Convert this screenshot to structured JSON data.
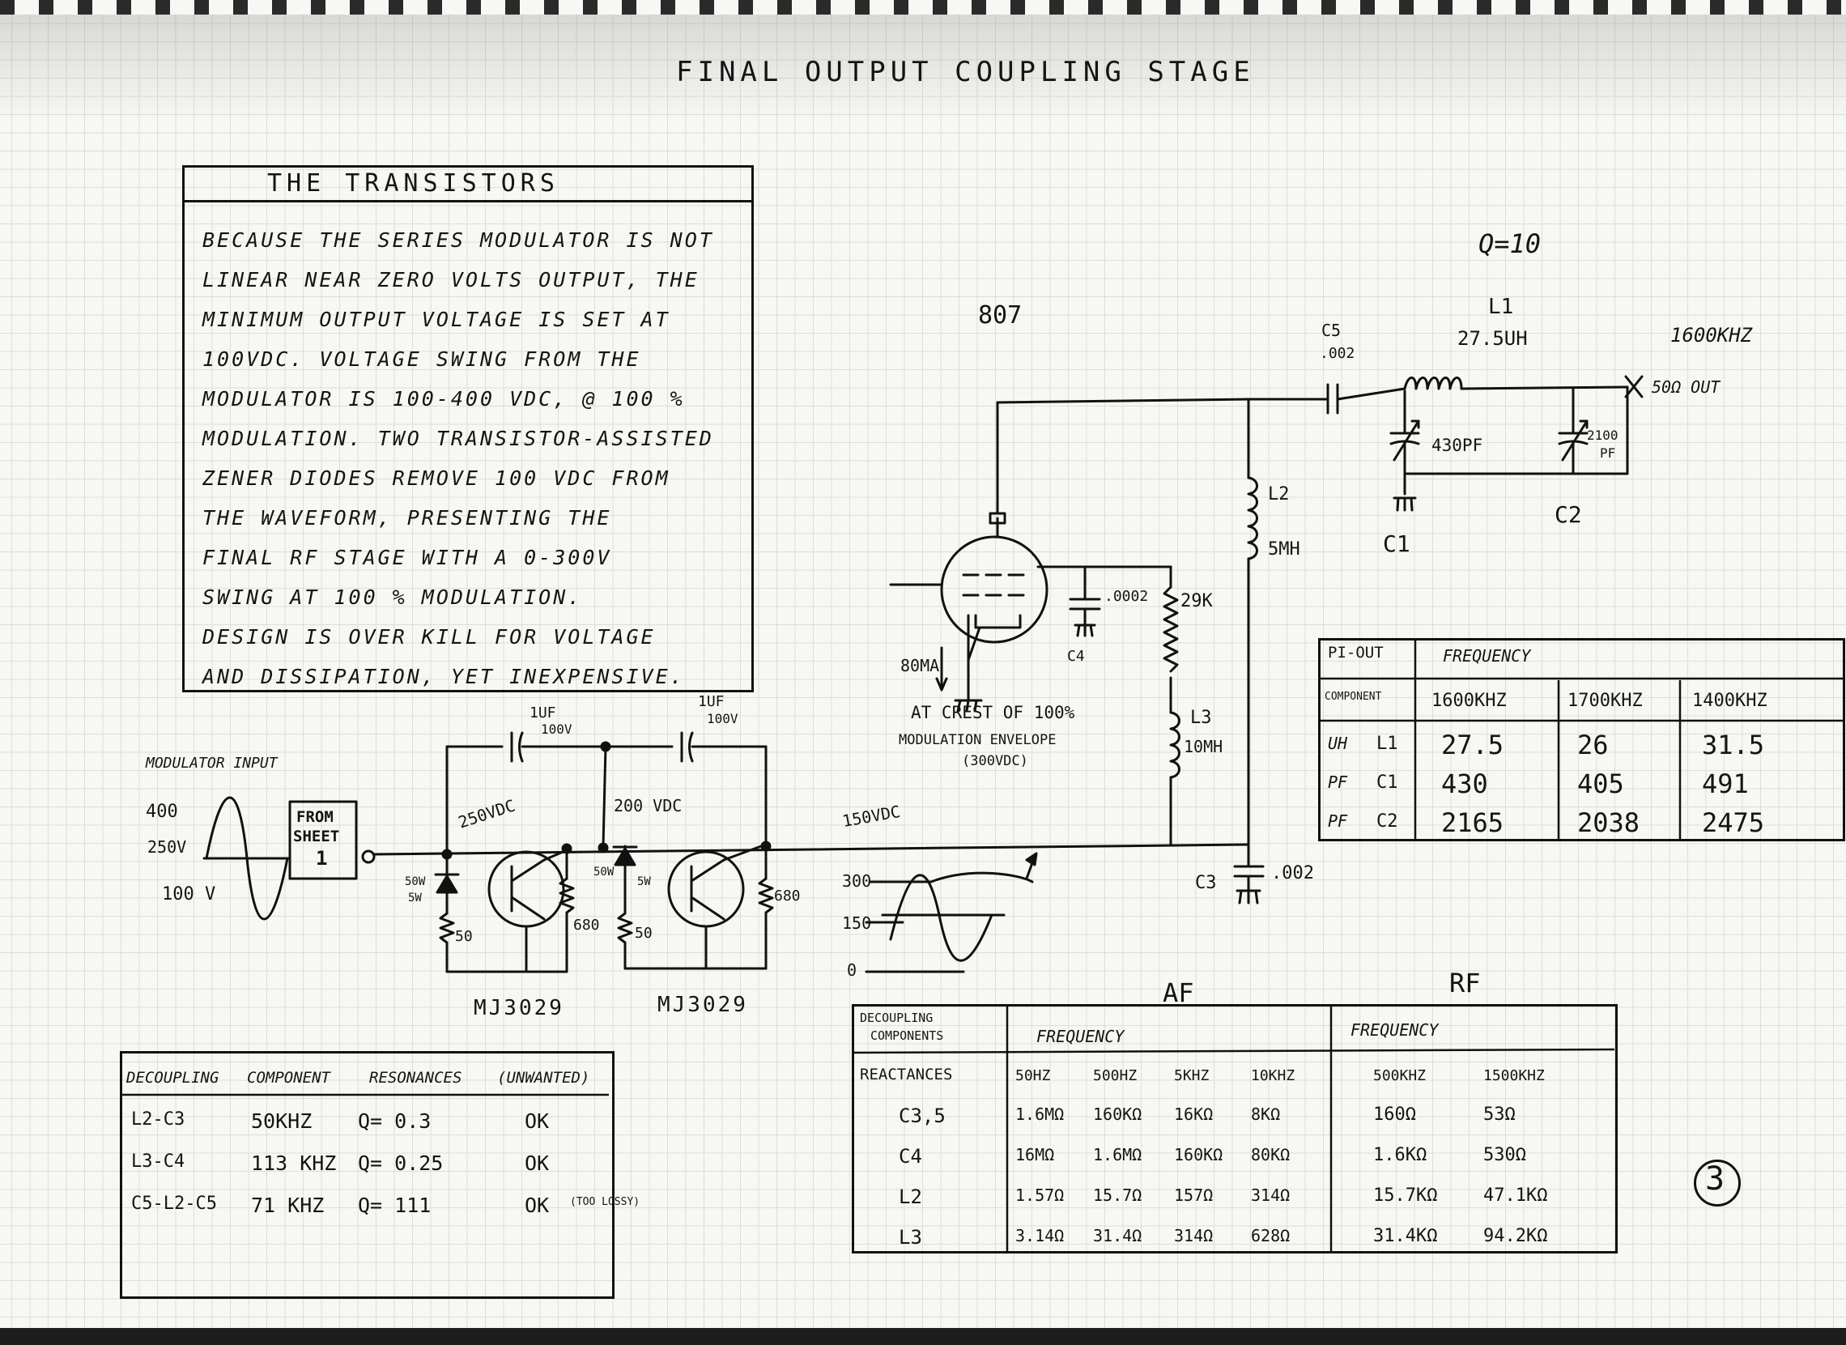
{
  "title": "FINAL OUTPUT COUPLING STAGE",
  "transistors_box": {
    "heading": "THE TRANSISTORS",
    "lines": [
      "BECAUSE THE SERIES MODULATOR IS NOT",
      "LINEAR NEAR ZERO VOLTS OUTPUT, THE",
      "MINIMUM OUTPUT VOLTAGE IS SET AT",
      "100VDC. VOLTAGE SWING FROM THE",
      "MODULATOR IS 100-400 VDC, @ 100 %",
      "MODULATION. TWO TRANSISTOR-ASSISTED",
      "ZENER DIODES REMOVE 100 VDC FROM",
      "THE WAVEFORM, PRESENTING THE",
      "FINAL RF STAGE WITH A 0-300V",
      "SWING AT 100 % MODULATION.",
      "DESIGN IS OVER KILL FOR VOLTAGE",
      "AND DISSIPATION, YET INEXPENSIVE."
    ]
  },
  "input": {
    "label": "MODULATOR INPUT",
    "v400": "400",
    "v250": "250V",
    "v100": "100 V",
    "from_sheet": [
      "FROM",
      "SHEET",
      "1"
    ]
  },
  "transistor_stage": {
    "cap1": [
      "1UF",
      "100V"
    ],
    "cap2": [
      "1UF",
      "100V"
    ],
    "v250dc": "250VDC",
    "v200dc": "200 VDC",
    "v150dc": "150VDC",
    "zener1": [
      "50W",
      "5W"
    ],
    "zener2": [
      "50W",
      "5W"
    ],
    "r50a": "50",
    "r50b": "50",
    "r680a": "680",
    "r680b": "680",
    "q1": "MJ3029",
    "q2": "MJ3029"
  },
  "output_wave": {
    "v300": "300",
    "v150": "150",
    "v0": "0"
  },
  "tube": {
    "name": "807",
    "current": "80MA",
    "note1": "AT CREST OF 100%",
    "note2": "MODULATION ENVELOPE",
    "note3": "(300VDC)",
    "c4_value": ".0002",
    "c4": "C4",
    "r29k": "29K",
    "l3": "L3",
    "l3_value": "10MH",
    "l2": "L2",
    "l2_value": "5MH",
    "c3": "C3",
    "c3_value": ".002"
  },
  "pi_network": {
    "q": "Q=10",
    "c5": "C5",
    "c5_value": ".002",
    "l1": "L1",
    "l1_value": "27.5UH",
    "freq": "1600KHZ",
    "out": "50Ω OUT",
    "c1_value": "430PF",
    "c2_value": [
      "2100",
      "PF"
    ],
    "c1": "C1",
    "c2": "C2"
  },
  "pi_table": {
    "head": [
      "PI-OUT",
      "FREQUENCY"
    ],
    "component": "COMPONENT",
    "freqs": [
      "1600KHZ",
      "1700KHZ",
      "1400KHZ"
    ],
    "rows": [
      {
        "unit": "UH",
        "part": "L1",
        "values": [
          "27.5",
          "26",
          "31.5"
        ]
      },
      {
        "unit": "PF",
        "part": "C1",
        "values": [
          "430",
          "405",
          "491"
        ]
      },
      {
        "unit": "PF",
        "part": "C2",
        "values": [
          "2165",
          "2038",
          "2475"
        ]
      }
    ]
  },
  "resonance_table": {
    "headers": [
      "DECOUPLING",
      "COMPONENT",
      "RESONANCES",
      "(UNWANTED)"
    ],
    "rows": [
      [
        "L2-C3",
        "50KHZ",
        "Q= 0.3",
        "OK"
      ],
      [
        "L3-C4",
        "113 KHZ",
        "Q= 0.25",
        "OK"
      ],
      [
        "C5-L2-C5",
        "71 KHZ",
        "Q= 111",
        "OK",
        "(TOO LOSSY)"
      ]
    ]
  },
  "reactance_table": {
    "af": "AF",
    "rf": "RF",
    "head1": [
      "DECOUPLING",
      "COMPONENTS"
    ],
    "reactances": "REACTANCES",
    "frequency_af": "FREQUENCY",
    "frequency_rf": "FREQUENCY",
    "cols": [
      "50HZ",
      "500HZ",
      "5KHZ",
      "10KHZ",
      "500KHZ",
      "1500KHZ"
    ],
    "rows": [
      {
        "comp": "C3,5",
        "values": [
          "1.6MΩ",
          "160KΩ",
          "16KΩ",
          "8KΩ",
          "160Ω",
          "53Ω"
        ]
      },
      {
        "comp": "C4",
        "values": [
          "16MΩ",
          "1.6MΩ",
          "160KΩ",
          "80KΩ",
          "1.6KΩ",
          "530Ω"
        ]
      },
      {
        "comp": "L2",
        "values": [
          "1.57Ω",
          "15.7Ω",
          "157Ω",
          "314Ω",
          "15.7KΩ",
          "47.1KΩ"
        ]
      },
      {
        "comp": "L3",
        "values": [
          "3.14Ω",
          "31.4Ω",
          "314Ω",
          "628Ω",
          "31.4KΩ",
          "94.2KΩ"
        ]
      }
    ]
  },
  "page_number": "3"
}
